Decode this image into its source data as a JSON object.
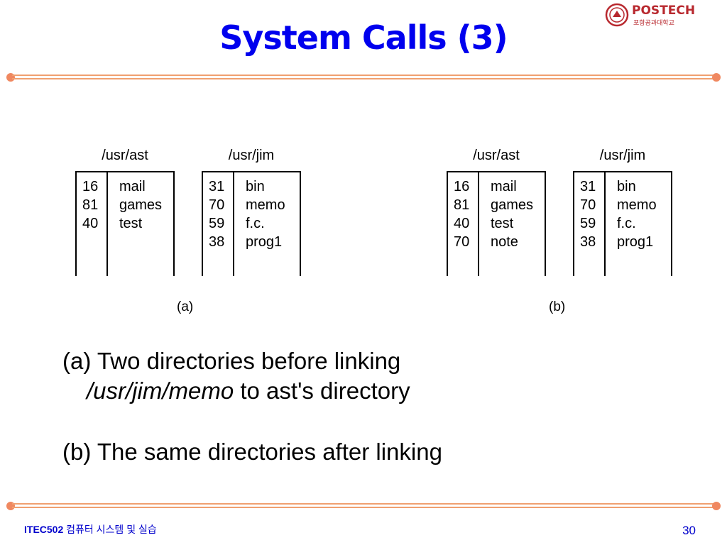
{
  "slide": {
    "title": "System Calls (3)",
    "page_number": "30"
  },
  "logo": {
    "word": "POSTECH",
    "sub": "포항공과대학교"
  },
  "footer": {
    "course": "ITEC502",
    "course_name": "컴퓨터 시스템 및 실습"
  },
  "colors": {
    "title": "#0000ee",
    "rule": "#f0a070",
    "rule_dot": "#f08860",
    "logo_red": "#b8282e",
    "footer_text": "#0000cc"
  },
  "panels": [
    {
      "label": "(a)",
      "directories": [
        {
          "path": "/usr/ast",
          "entries": [
            {
              "inode": "16",
              "name": "mail"
            },
            {
              "inode": "81",
              "name": "games"
            },
            {
              "inode": "40",
              "name": "test"
            }
          ]
        },
        {
          "path": "/usr/jim",
          "entries": [
            {
              "inode": "31",
              "name": "bin"
            },
            {
              "inode": "70",
              "name": "memo"
            },
            {
              "inode": "59",
              "name": "f.c."
            },
            {
              "inode": "38",
              "name": "prog1"
            }
          ]
        }
      ]
    },
    {
      "label": "(b)",
      "directories": [
        {
          "path": "/usr/ast",
          "entries": [
            {
              "inode": "16",
              "name": "mail"
            },
            {
              "inode": "81",
              "name": "games"
            },
            {
              "inode": "40",
              "name": "test"
            },
            {
              "inode": "70",
              "name": "note"
            }
          ]
        },
        {
          "path": "/usr/jim",
          "entries": [
            {
              "inode": "31",
              "name": "bin"
            },
            {
              "inode": "70",
              "name": "memo"
            },
            {
              "inode": "59",
              "name": "f.c."
            },
            {
              "inode": "38",
              "name": "prog1"
            }
          ]
        }
      ]
    }
  ],
  "captions": {
    "a_line1": "(a) Two directories before linking",
    "a_line2_path": "/usr/jim/memo",
    "a_line2_rest": " to ast's directory",
    "b_line": "(b) The same directories after linking"
  }
}
